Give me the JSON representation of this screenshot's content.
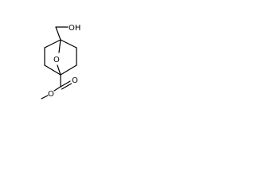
{
  "molecule": {
    "atoms": {
      "hydroxyl": "OH",
      "ring_oxygen": "O",
      "carbonyl_oxygen": "O",
      "ester_oxygen": "O"
    },
    "bond_color": "#000000",
    "background": "#ffffff"
  }
}
